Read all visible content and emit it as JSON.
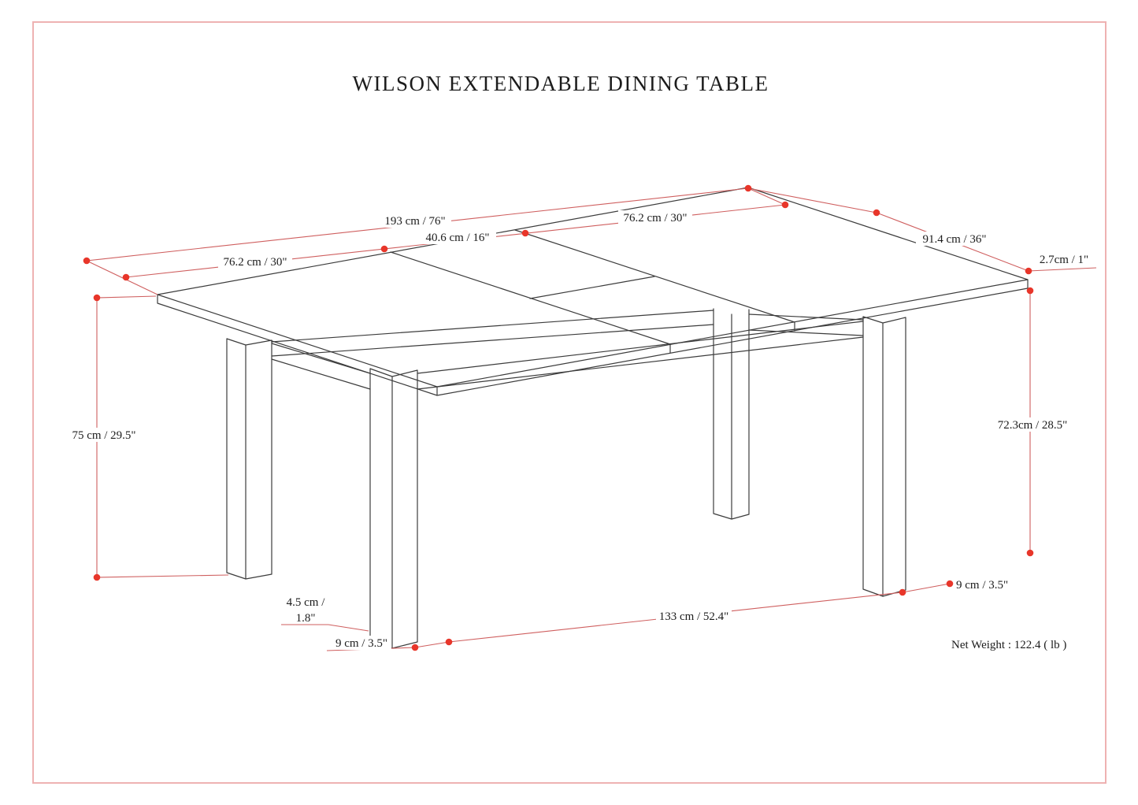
{
  "page": {
    "title": "WILSON EXTENDABLE DINING TABLE",
    "net_weight": "Net Weight : 122.4 ( lb )"
  },
  "colors": {
    "border": "#eeb2b2",
    "dimension_line": "#cf5f5f",
    "marker_dot": "#e8362a",
    "drawing_line": "#3c3c3c"
  },
  "dimensions": {
    "total_length": "193 cm / 76\"",
    "left_section": "76.2 cm / 30\"",
    "leaf_section": "40.6 cm / 16\"",
    "right_section": "76.2 cm / 30\"",
    "depth": "91.4 cm / 36\"",
    "top_thickness": "2.7cm / 1\"",
    "height_left": "75 cm / 29.5\"",
    "height_right": "72.3cm / 28.5\"",
    "leg_width_right": "9 cm / 3.5\"",
    "leg_span": "133 cm / 52.4\"",
    "apron_line1": "4.5 cm /",
    "apron_line2": "1.8\"",
    "leg_width_left": "9 cm / 3.5\""
  }
}
